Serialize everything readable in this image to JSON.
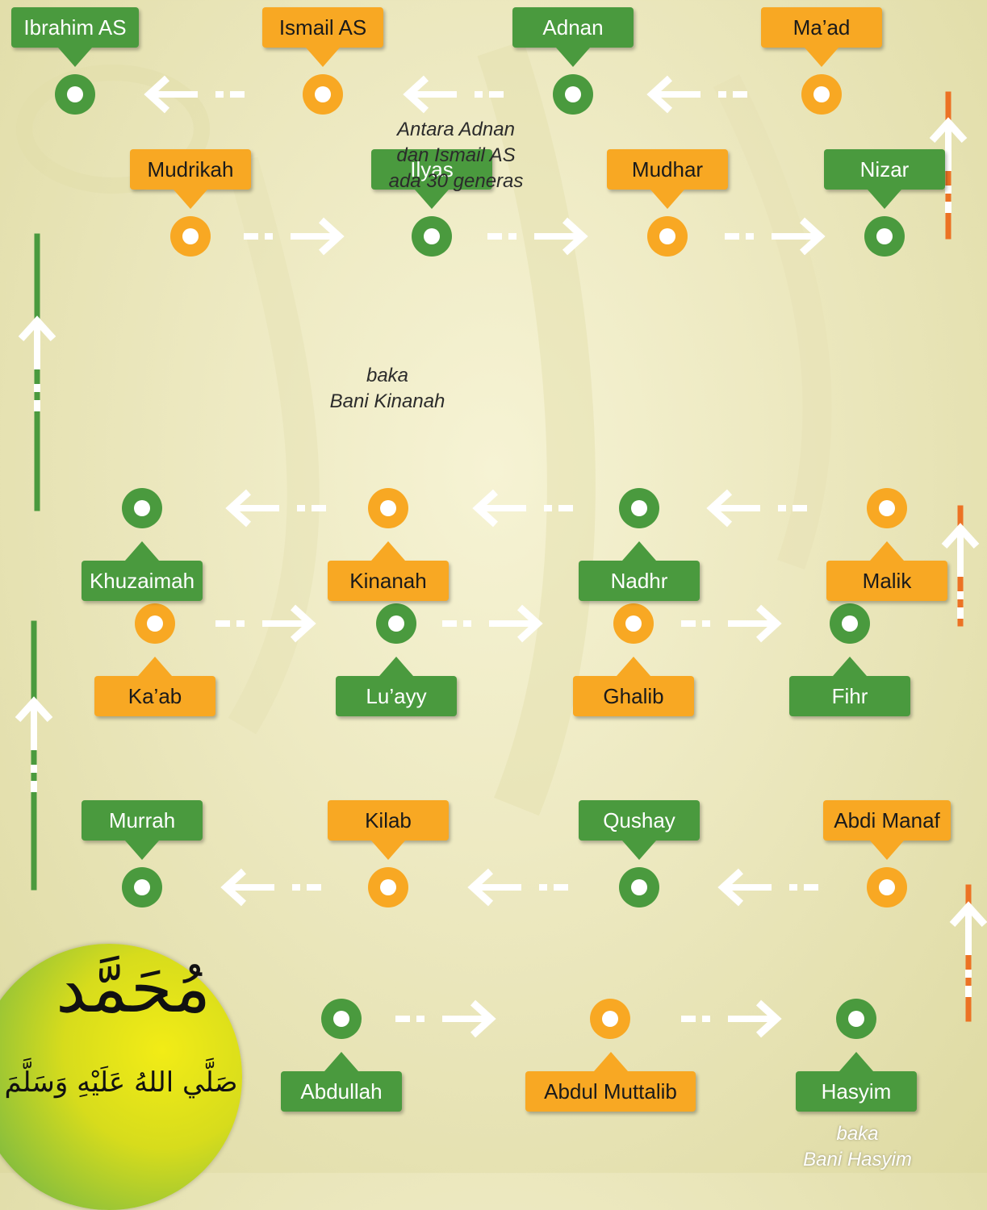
{
  "colors": {
    "green": "#4a9a3e",
    "orange": "#f8a823",
    "line_yellow": "#ecdf10",
    "line_lime": "#b9cf2a",
    "line_orange": "#ec7224",
    "arrow": "#ffffff"
  },
  "generations": [
    {
      "name": "Ibrahim AS",
      "color": "green"
    },
    {
      "name": "Ismail AS",
      "color": "orange"
    },
    {
      "name": "Adnan",
      "color": "green"
    },
    {
      "name": "Ma’ad",
      "color": "orange"
    },
    {
      "name": "Nizar",
      "color": "green"
    },
    {
      "name": "Mudhar",
      "color": "orange"
    },
    {
      "name": "Ilyas",
      "color": "green"
    },
    {
      "name": "Mudrikah",
      "color": "orange"
    },
    {
      "name": "Khuzaimah",
      "color": "green"
    },
    {
      "name": "Kinanah",
      "color": "orange"
    },
    {
      "name": "Nadhr",
      "color": "green"
    },
    {
      "name": "Malik",
      "color": "orange"
    },
    {
      "name": "Fihr",
      "color": "green"
    },
    {
      "name": "Ghalib",
      "color": "orange"
    },
    {
      "name": "Lu’ayy",
      "color": "green"
    },
    {
      "name": "Ka’ab",
      "color": "orange"
    },
    {
      "name": "Murrah",
      "color": "green"
    },
    {
      "name": "Kilab",
      "color": "orange"
    },
    {
      "name": "Qushay",
      "color": "green"
    },
    {
      "name": "Abdi Manaf",
      "color": "orange"
    },
    {
      "name": "Hasyim",
      "color": "green"
    },
    {
      "name": "Abdul Muttalib",
      "color": "orange"
    },
    {
      "name": "Abdullah",
      "color": "green"
    }
  ],
  "notes": {
    "adnan_ismail": "Antara Adnan\ndan Ismail AS\nada 30 generas",
    "kinanah": "baka\nBani Kinanah",
    "hasyim": "baka\nBani Hasyim"
  },
  "badge": {
    "name": "مُحَمَّد",
    "salawat": "صَلَّي اللهُ عَلَيْهِ وَسَلَّمَ"
  }
}
